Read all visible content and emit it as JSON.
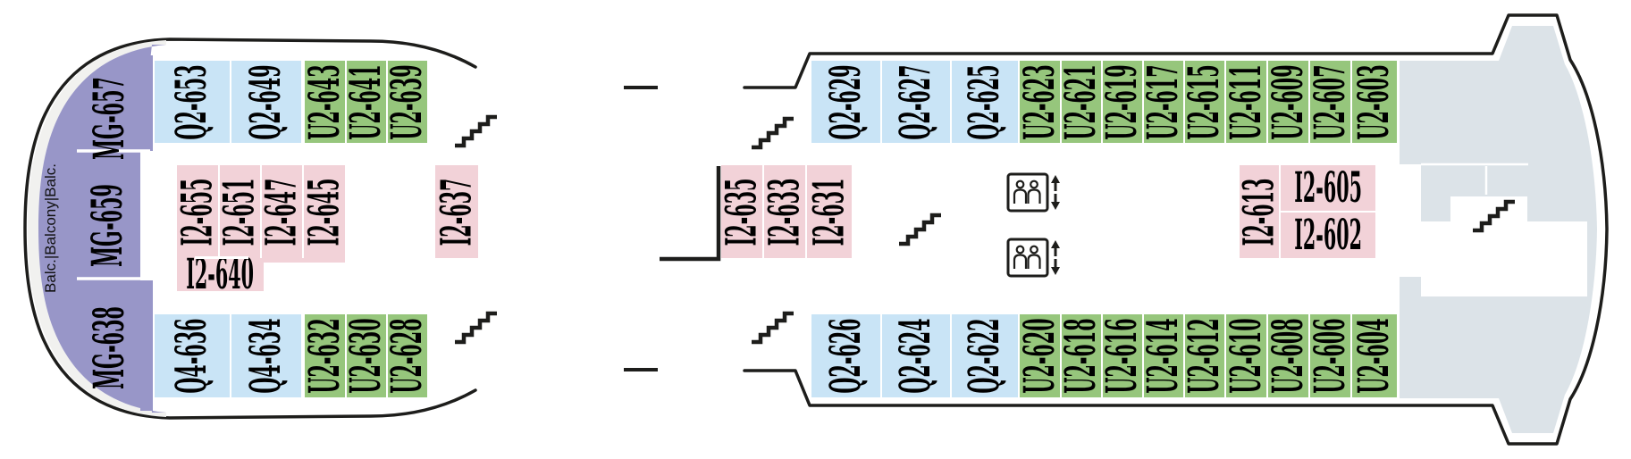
{
  "plan": {
    "aft_section": {
      "balcony_strip_label": "Balc.|Balcony|Balc.",
      "mg_cabins": [
        "MG-657",
        "MG-659",
        "MG-638"
      ],
      "top_row": [
        "Q2-653",
        "Q2-649",
        "U2-643",
        "U2-641",
        "U2-639"
      ],
      "inside_row": [
        "I2-655",
        "I2-651",
        "I2-647",
        "I2-645"
      ],
      "i2_640": "I2-640",
      "i2_637": "I2-637",
      "bottom_row": [
        "Q4-636",
        "Q4-634",
        "U2-632",
        "U2-630",
        "U2-628"
      ]
    },
    "forward_section": {
      "top_row": [
        "Q2-629",
        "Q2-627",
        "Q2-625",
        "U2-623",
        "U2-621",
        "U2-619",
        "U2-617",
        "U2-615",
        "U2-611",
        "U2-609",
        "U2-607",
        "U2-603"
      ],
      "inside_left_row": [
        "I2-635",
        "I2-633",
        "I2-631"
      ],
      "i2_613": "I2-613",
      "i2_605": "I2-605",
      "i2_602": "I2-602",
      "bottom_row": [
        "Q2-626",
        "Q2-624",
        "Q2-622",
        "U2-620",
        "U2-618",
        "U2-616",
        "U2-614",
        "U2-612",
        "U2-610",
        "U2-608",
        "U2-606",
        "U2-604"
      ]
    },
    "icons": {
      "stairs": "stairs-icon",
      "elevator": "elevator-icon"
    },
    "colors": {
      "q_cabin_blue": "#c9e4f6",
      "u_cabin_green": "#96c67c",
      "i_cabin_pink": "#f2d2d8",
      "mg_cabin_purple": "#9896c8",
      "public_area_gray": "#dce3e8",
      "balcony_strip_gray": "#f1f1ef",
      "outline_black": "#1d1d1b"
    }
  }
}
